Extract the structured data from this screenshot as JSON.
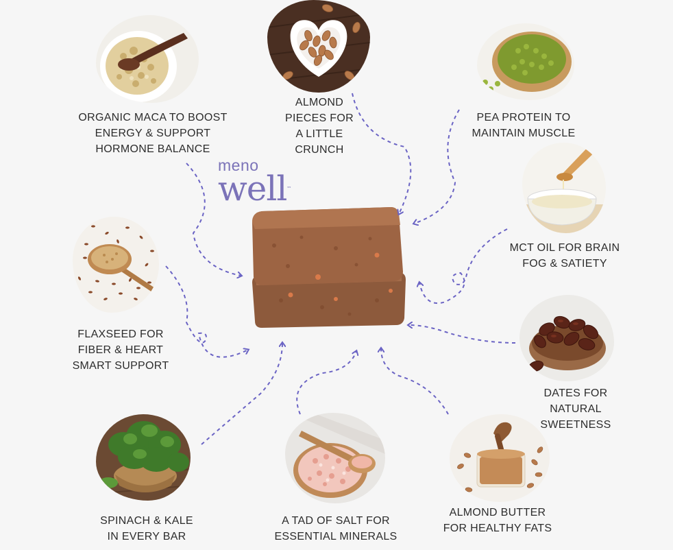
{
  "brand": {
    "line1": "meno",
    "line2": "well",
    "tm": "™"
  },
  "ingredients": [
    {
      "id": "maca",
      "label": "ORGANIC MACA TO BOOST\nENERGY & SUPPORT\nHORMONE BALANCE"
    },
    {
      "id": "almond-pieces",
      "label": "ALMOND\nPIECES FOR\nA LITTLE\nCRUNCH"
    },
    {
      "id": "pea-protein",
      "label": "PEA PROTEIN TO\nMAINTAIN MUSCLE"
    },
    {
      "id": "mct-oil",
      "label": "MCT OIL FOR BRAIN\nFOG & SATIETY"
    },
    {
      "id": "flaxseed",
      "label": "FLAXSEED FOR\nFIBER & HEART\nSMART SUPPORT"
    },
    {
      "id": "dates",
      "label": "DATES FOR\nNATURAL\nSWEETNESS"
    },
    {
      "id": "spinach-kale",
      "label": "SPINACH & KALE\nIN EVERY BAR"
    },
    {
      "id": "salt",
      "label": "A TAD OF SALT FOR\nESSENTIAL MINERALS"
    },
    {
      "id": "almond-butter",
      "label": "ALMOND BUTTER\nFOR HEALTHY FATS"
    }
  ],
  "colors": {
    "arrow": "#6a63c4",
    "logo": "#7b73b8",
    "text": "#2c2c2c"
  }
}
